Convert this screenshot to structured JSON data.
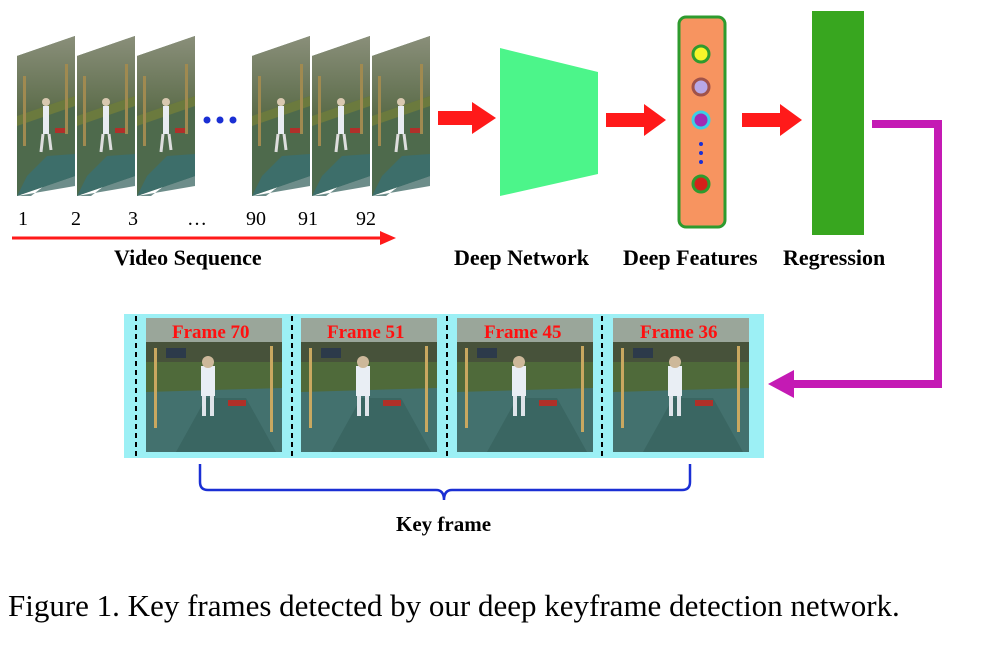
{
  "video_sequence": {
    "label": "Video Sequence",
    "frame_numbers": [
      "1",
      "2",
      "3",
      "…",
      "90",
      "91",
      "92"
    ],
    "ellipsis": "•••"
  },
  "pipeline": {
    "deep_network_label": "Deep Network",
    "deep_features_label": "Deep Features",
    "regression_label": "Regression",
    "feature_dots": "⋮"
  },
  "key_frames": {
    "label": "Key frame",
    "frames": [
      "Frame 70",
      "Frame 51",
      "Frame 45",
      "Frame 36"
    ]
  },
  "caption": "Figure 1. Key frames detected by our deep keyframe detection network.",
  "colors": {
    "arrow_red": "#ff1a1a",
    "network_green": "#4cf58a",
    "features_orange": "#f79460",
    "features_border": "#2e9b2e",
    "regression_green": "#38a61f",
    "loop_magenta": "#c41ab4",
    "keyframe_strip": "#9cf0f5",
    "brace_blue": "#1a2fd4",
    "frame_label_red": "#ff1010"
  }
}
